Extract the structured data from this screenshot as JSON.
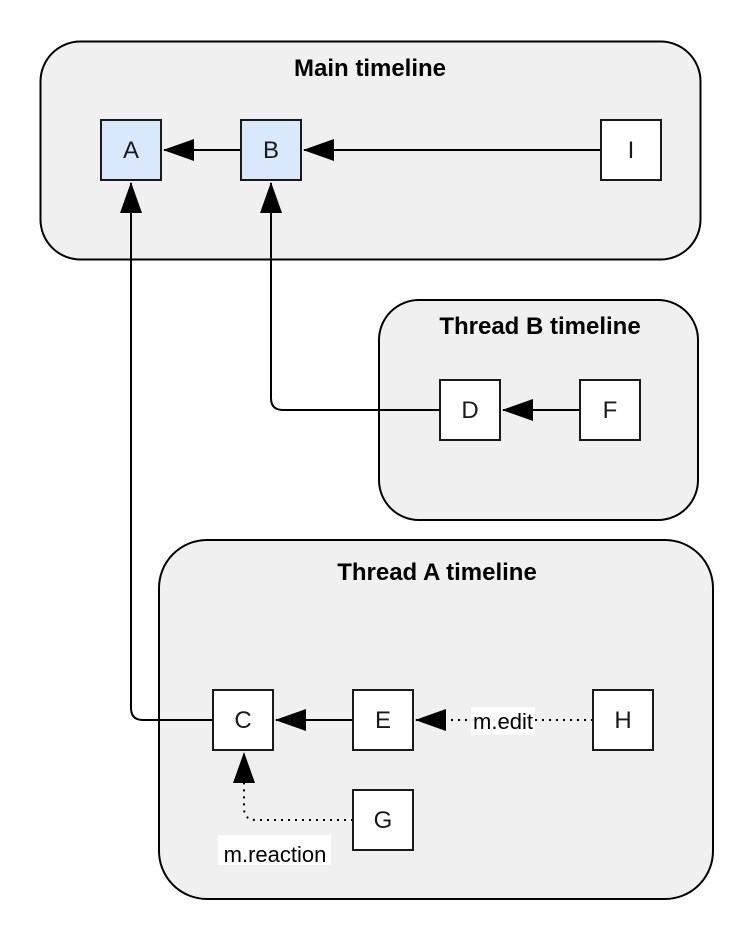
{
  "diagram": {
    "containers": [
      {
        "id": "main",
        "title": "Main timeline"
      },
      {
        "id": "thread-b",
        "title": "Thread B timeline"
      },
      {
        "id": "thread-a",
        "title": "Thread A timeline"
      }
    ],
    "nodes": [
      {
        "id": "A",
        "label": "A",
        "highlighted": true,
        "container": "main"
      },
      {
        "id": "B",
        "label": "B",
        "highlighted": true,
        "container": "main"
      },
      {
        "id": "I",
        "label": "I",
        "highlighted": false,
        "container": "main"
      },
      {
        "id": "D",
        "label": "D",
        "highlighted": false,
        "container": "thread-b"
      },
      {
        "id": "F",
        "label": "F",
        "highlighted": false,
        "container": "thread-b"
      },
      {
        "id": "C",
        "label": "C",
        "highlighted": false,
        "container": "thread-a"
      },
      {
        "id": "E",
        "label": "E",
        "highlighted": false,
        "container": "thread-a"
      },
      {
        "id": "H",
        "label": "H",
        "highlighted": false,
        "container": "thread-a"
      },
      {
        "id": "G",
        "label": "G",
        "highlighted": false,
        "container": "thread-a"
      }
    ],
    "edges": [
      {
        "from": "B",
        "to": "A",
        "style": "solid",
        "label": ""
      },
      {
        "from": "I",
        "to": "B",
        "style": "solid",
        "label": ""
      },
      {
        "from": "D",
        "to": "B",
        "style": "solid",
        "label": ""
      },
      {
        "from": "F",
        "to": "D",
        "style": "solid",
        "label": ""
      },
      {
        "from": "C",
        "to": "A",
        "style": "solid",
        "label": ""
      },
      {
        "from": "E",
        "to": "C",
        "style": "solid",
        "label": ""
      },
      {
        "from": "H",
        "to": "E",
        "style": "dotted",
        "label": "m.edit"
      },
      {
        "from": "G",
        "to": "C",
        "style": "dotted",
        "label": "m.reaction"
      }
    ],
    "colors": {
      "background": "#ffffff",
      "container_fill": "#f0f0f0",
      "container_stroke": "#000000",
      "node_fill_default": "#ffffff",
      "node_fill_highlight": "#dae8fc",
      "node_stroke": "#1a1a1a",
      "edge_stroke": "#000000"
    }
  }
}
